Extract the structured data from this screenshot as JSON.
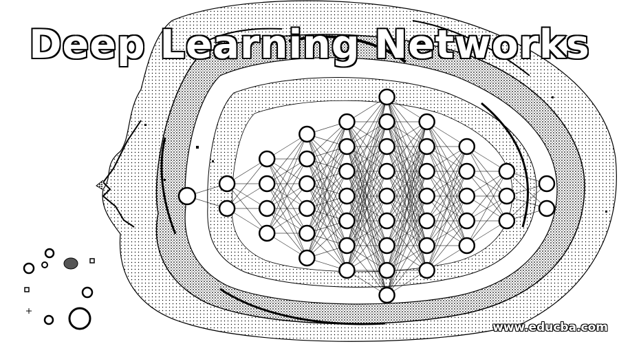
{
  "image": {
    "title": "Deep Learning Networks",
    "website": "www.educba.com",
    "colors": {
      "ink": "#000000",
      "paper": "#ffffff",
      "swirl": "#8c8c8c"
    },
    "decorative_circles": [
      "small-circle-icon",
      "large-circle-icon",
      "gray-filled-circle-icon",
      "small-square-icon"
    ]
  },
  "network": {
    "layers": [
      {
        "name": "input",
        "nodes": 1
      },
      {
        "name": "hidden-1",
        "nodes": 2
      },
      {
        "name": "hidden-2",
        "nodes": 4
      },
      {
        "name": "hidden-3",
        "nodes": 6
      },
      {
        "name": "hidden-4",
        "nodes": 7
      },
      {
        "name": "hidden-5",
        "nodes": 9
      },
      {
        "name": "hidden-6",
        "nodes": 7
      },
      {
        "name": "hidden-7",
        "nodes": 5
      },
      {
        "name": "hidden-8",
        "nodes": 3
      },
      {
        "name": "output",
        "nodes": 2
      }
    ]
  }
}
